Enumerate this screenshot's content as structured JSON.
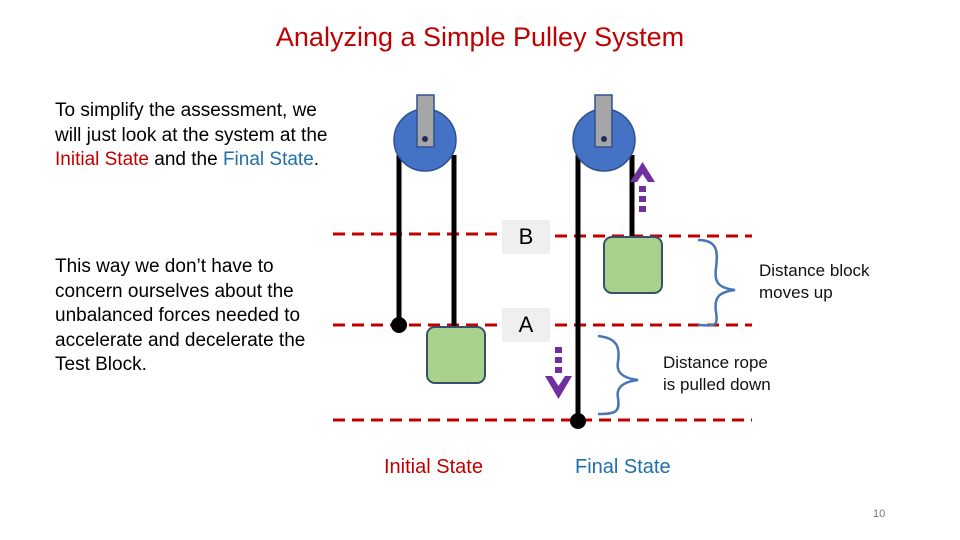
{
  "title": "Analyzing a Simple Pulley System",
  "paragraph1": {
    "part1": "To simplify the assessment, we will just look at the system at the ",
    "initial": "Initial State",
    "part2": " and the ",
    "final": "Final State",
    "part3": "."
  },
  "paragraph2": "This way we don’t have to concern ourselves about the unbalanced forces needed to accelerate and decelerate the Test Block.",
  "levels": {
    "b": "B",
    "a": "A"
  },
  "labels": {
    "block_distance": [
      "Distance block",
      "moves up"
    ],
    "rope_distance": [
      "Distance rope",
      "is pulled down"
    ]
  },
  "states": {
    "initial": "Initial State",
    "final": "Final State"
  },
  "colors": {
    "title": "#c00000",
    "initial": "#c00000",
    "final": "#1f6fa8",
    "pulley": "#4472c4",
    "block": "#a9d18e",
    "arrow": "#7030a0",
    "dashed_line": "#c00000",
    "brace": "#4a74b8"
  },
  "page_number": "10"
}
